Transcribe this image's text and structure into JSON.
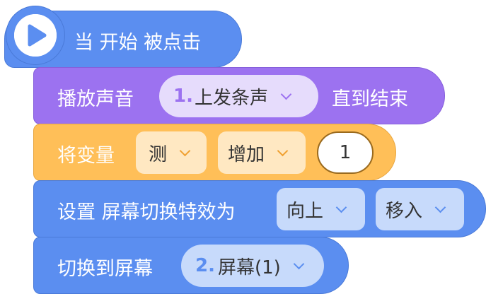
{
  "blocks": {
    "hat": {
      "label": "当 开始 被点击",
      "icon": "play-icon",
      "color": "#5b8ef0"
    },
    "play_sound": {
      "label_before": "播放声音",
      "sound_num": "1.",
      "sound_name": "上发条声",
      "label_after": "直到结束",
      "color": "#9c72f0"
    },
    "change_var": {
      "label": "将变量",
      "variable": "测",
      "operation": "增加",
      "amount": "1",
      "color": "#ffbf58"
    },
    "set_effect": {
      "label": "设置 屏幕切换特效为",
      "direction": "向上",
      "effect": "移入",
      "color": "#5b8ef0"
    },
    "switch_screen": {
      "label": "切换到屏幕",
      "screen_num": "2.",
      "screen_name": "屏幕(1)",
      "color": "#5b8ef0"
    }
  }
}
